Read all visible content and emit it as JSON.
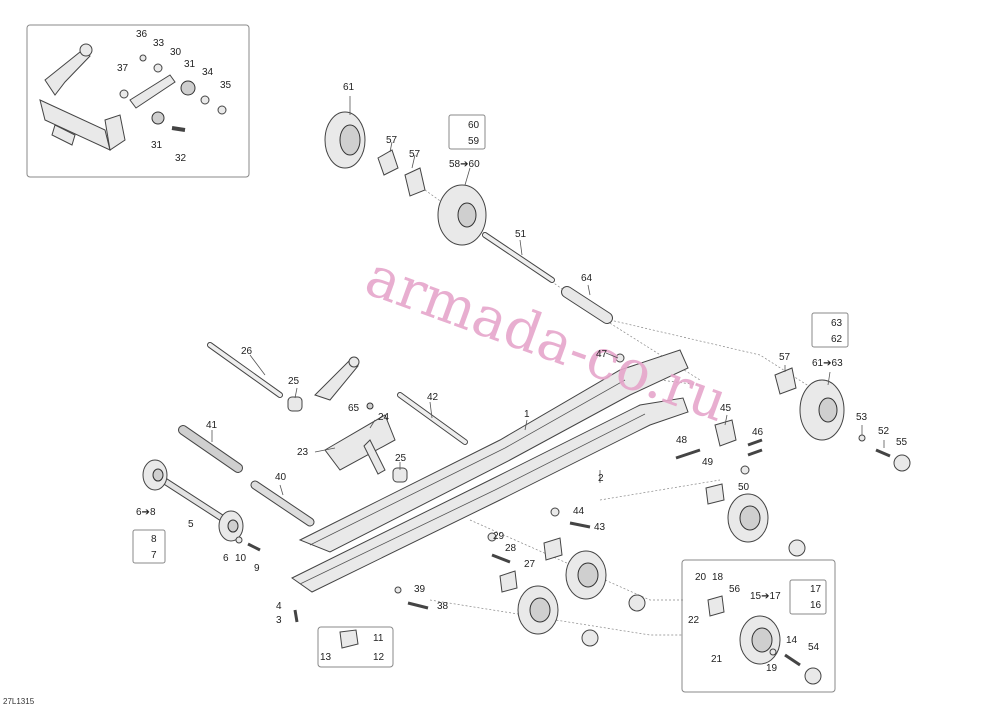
{
  "watermark": "armada-co.ru",
  "figure_ref": "27L1315",
  "labels": {
    "l1": "1",
    "l2": "2",
    "l3": "3",
    "l4": "4",
    "l5": "5",
    "l6": "6",
    "l6to8": "6➔8",
    "l7": "7",
    "l8": "8",
    "l9": "9",
    "l10": "10",
    "l11": "11",
    "l12": "12",
    "l13": "13",
    "l14": "14",
    "l15to17": "15➔17",
    "l16": "16",
    "l17": "17",
    "l18": "18",
    "l19": "19",
    "l20": "20",
    "l21": "21",
    "l22": "22",
    "l23": "23",
    "l24": "24",
    "l25a": "25",
    "l25b": "25",
    "l26": "26",
    "l27": "27",
    "l28": "28",
    "l29": "29",
    "l30": "30",
    "l31a": "31",
    "l31b": "31",
    "l32": "32",
    "l33": "33",
    "l34": "34",
    "l35": "35",
    "l36": "36",
    "l37": "37",
    "l38": "38",
    "l39": "39",
    "l40": "40",
    "l41": "41",
    "l42": "42",
    "l43": "43",
    "l44": "44",
    "l45": "45",
    "l46": "46",
    "l47": "47",
    "l48": "48",
    "l49": "49",
    "l50": "50",
    "l51": "51",
    "l52": "52",
    "l53": "53",
    "l54": "54",
    "l55": "55",
    "l56": "56",
    "l57a": "57",
    "l57b": "57",
    "l57c": "57",
    "l58to60": "58➔60",
    "l59": "59",
    "l60": "60",
    "l61": "61",
    "l61to63": "61➔63",
    "l62": "62",
    "l63": "63",
    "l64": "64",
    "l65": "65"
  }
}
